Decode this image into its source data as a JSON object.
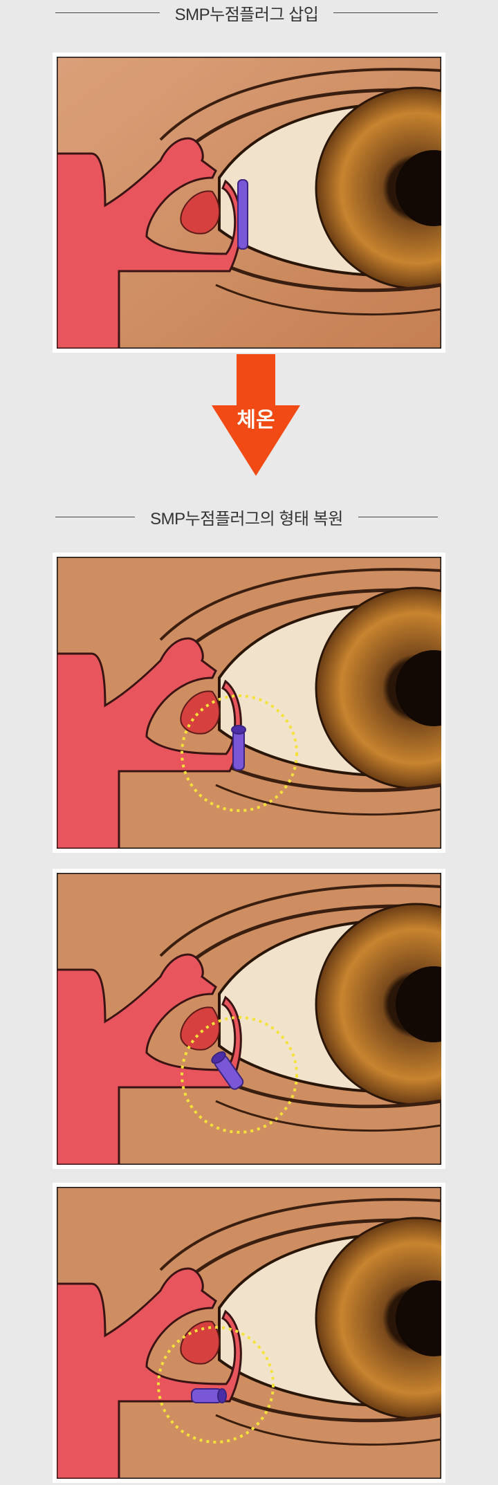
{
  "section_one": {
    "title": "SMP누점플러그 삽입"
  },
  "arrow": {
    "label": "체온",
    "color": "#f24a14"
  },
  "section_two": {
    "title": "SMP누점플러그의 형태 복원"
  },
  "colors": {
    "background": "#e9e9e9",
    "skin": "#d7935f",
    "duct": "#e8555c",
    "plug": "#7a57d6",
    "highlight_ring": "#f4e23a"
  }
}
